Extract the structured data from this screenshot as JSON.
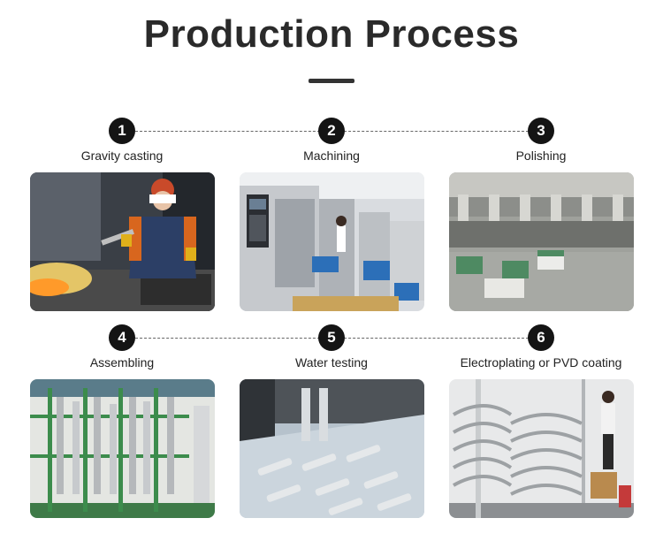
{
  "header": {
    "title": "Production Process"
  },
  "steps": [
    {
      "number": "1",
      "label": "Gravity casting",
      "icon": "foundry-worker-photo"
    },
    {
      "number": "2",
      "label": "Machining",
      "icon": "cnc-machine-photo"
    },
    {
      "number": "3",
      "label": "Polishing",
      "icon": "polishing-workshop-photo"
    },
    {
      "number": "4",
      "label": "Assembling",
      "icon": "assembly-rack-photo"
    },
    {
      "number": "5",
      "label": "Water testing",
      "icon": "water-testing-photo"
    },
    {
      "number": "6",
      "label": "Electroplating or PVD coating",
      "icon": "electroplating-rack-photo"
    }
  ]
}
